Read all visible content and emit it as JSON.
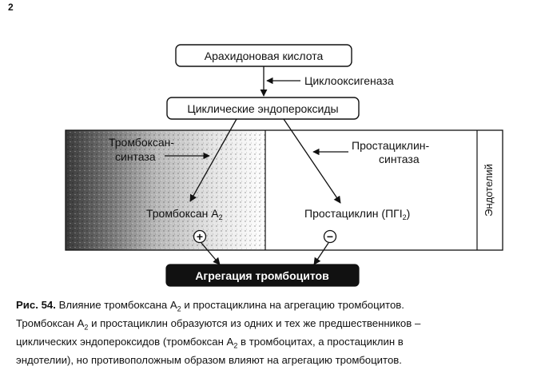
{
  "stray_mark": "2",
  "nodes": {
    "arachidonic": "Арахидоновая кислота",
    "cyclooxygenase": "Циклооксигеназа",
    "endoperoxides": "Циклические эндопероксиды",
    "tx_synthase_line1": "Тромбоксан-",
    "tx_synthase_line2": "синтаза",
    "pgi_synthase_line1": "Простациклин-",
    "pgi_synthase_line2": "синтаза",
    "thromboxane": "Тромбоксан А",
    "thromboxane_sub": "2",
    "prostacyclin": "Простациклин (ПГI",
    "prostacyclin_sub": "2",
    "prostacyclin_close": ")",
    "endothelium": "Эндотелий",
    "plus": "+",
    "minus": "−",
    "aggregation": "Агрегация тромбоцитов"
  },
  "caption": {
    "label": "Рис. 54.",
    "line1_a": "Влияние тромбоксана А",
    "line1_sub": "2",
    "line1_b": " и простациклина на агрегацию тромбоцитов.",
    "line2_a": "Тромбоксан А",
    "line2_sub": "2",
    "line2_b": " и простациклин образуются из одних и тех же предшественников –",
    "line3_a": "циклических эндопероксидов (тромбоксан А",
    "line3_sub": "2",
    "line3_b": " в тромбоцитах, а простациклин в",
    "line4": "эндотелии), но противоположным образом влияют на агрегацию тромбоцитов."
  }
}
